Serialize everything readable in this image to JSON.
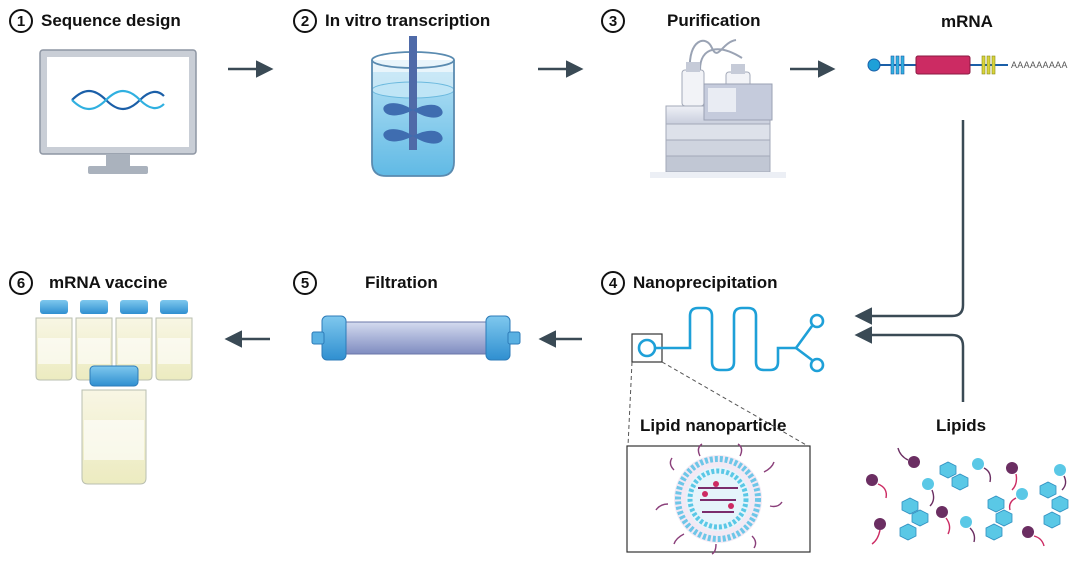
{
  "steps": [
    {
      "number": "1",
      "label": "Sequence design"
    },
    {
      "number": "2",
      "label": "In vitro transcription"
    },
    {
      "number": "3",
      "label": "Purification"
    },
    {
      "number": "4",
      "label": "Nanoprecipitation"
    },
    {
      "number": "5",
      "label": "Filtration"
    },
    {
      "number": "6",
      "label": "mRNA vaccine"
    }
  ],
  "labels": {
    "mrna": "mRNA",
    "lipid_nanoparticle": "Lipid nanoparticle",
    "lipids": "Lipids",
    "poly_a": "AAAAAAAAA"
  },
  "colors": {
    "arrow": "#3a4a55",
    "accent_blue": "#1ea0d8",
    "dna_dark": "#1b5fa8",
    "dna_light": "#30b0e0",
    "cds_magenta": "#cc2b63",
    "utr_yellow": "#c9c83a",
    "lipid_purple": "#6b2e62",
    "lipid_cyan": "#5ac8e6"
  },
  "icons": [
    "computer-monitor-icon",
    "bioreactor-icon",
    "chromatography-instrument-icon",
    "mrna-construct-icon",
    "microfluidic-chip-icon",
    "filter-cartridge-icon",
    "vaccine-vials-icon",
    "lipid-nanoparticle-icon",
    "lipids-icon"
  ]
}
